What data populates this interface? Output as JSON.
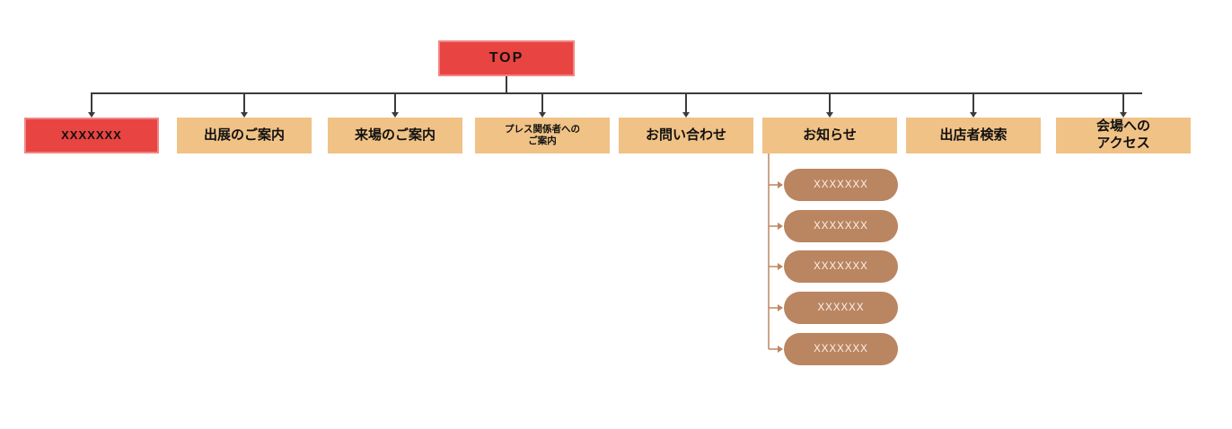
{
  "diagram": {
    "root": {
      "label": "TOP"
    },
    "nodes": [
      {
        "label": "XXXXXXX"
      },
      {
        "label": "出展のご案内"
      },
      {
        "label": "来場のご案内"
      },
      {
        "label": "プレス関係者への\nご案内"
      },
      {
        "label": "お問い合わせ"
      },
      {
        "label": "お知らせ"
      },
      {
        "label": "出店者検索"
      },
      {
        "label": "会場への\nアクセス"
      }
    ],
    "news_children": [
      {
        "label": "XXXXXXX"
      },
      {
        "label": "XXXXXXX"
      },
      {
        "label": "XXXXXXX"
      },
      {
        "label": "XXXXXX"
      },
      {
        "label": "XXXXXXX"
      }
    ]
  },
  "colors": {
    "accent-red": "#e84441",
    "node-tan": "#f0c286",
    "pill-brown": "#ba8561",
    "line-dark": "#3b3b3b",
    "line-brown": "#be8661",
    "text-dark": "#111111",
    "text-light": "#fbf3ec"
  }
}
